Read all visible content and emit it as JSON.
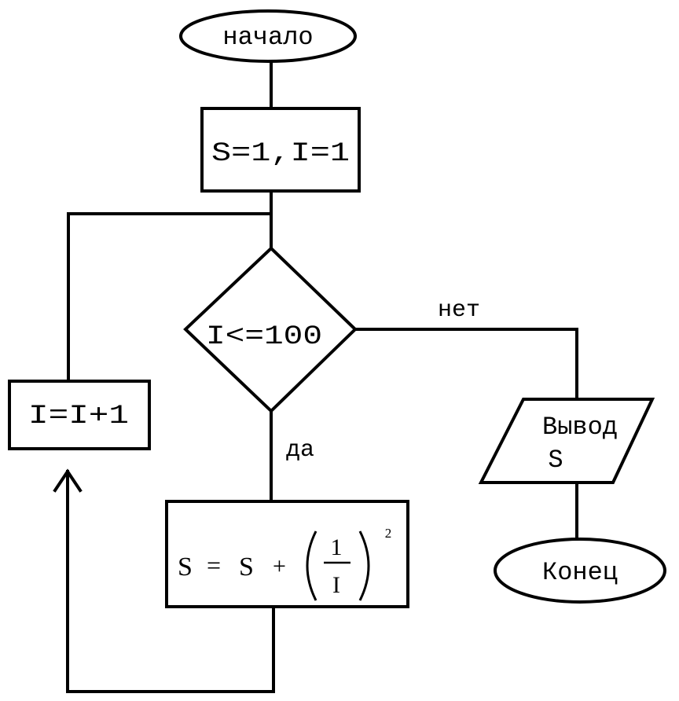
{
  "flowchart": {
    "start": {
      "label": "начало"
    },
    "init": {
      "label": "S=1,I=1"
    },
    "condition": {
      "label": "I<=100"
    },
    "branch_no": {
      "label": "нет"
    },
    "branch_yes": {
      "label": "да"
    },
    "increment": {
      "label": "I=I+1"
    },
    "formula": {
      "lhs": "S",
      "eq": "=",
      "term": "S",
      "plus": "+",
      "numerator": "1",
      "denominator": "I",
      "exponent": "2"
    },
    "output": {
      "line1": "Вывод",
      "line2": "S"
    },
    "end": {
      "label": "Конец"
    }
  }
}
